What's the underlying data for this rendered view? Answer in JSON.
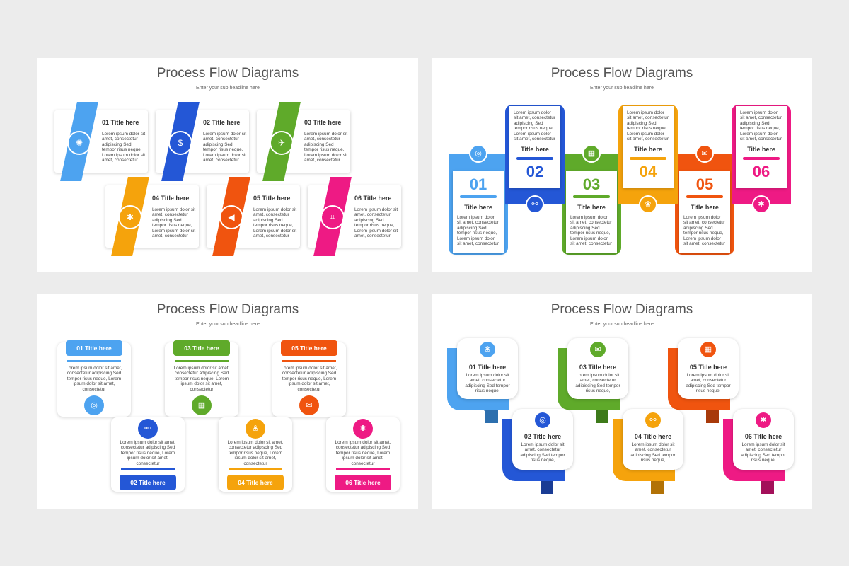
{
  "heading": "Process Flow Diagrams",
  "subheading": "Enter your sub headline here",
  "body_text": "Lorem ipsum dolor sit amet, consectetur adipiscing Sed tempor risus neque, Lorem ipsum dolor sit amet, consectetur",
  "colors": {
    "blue_light": "#4da3f0",
    "blue": "#2457d6",
    "green": "#5faa2a",
    "orange": "#f5a30c",
    "red_orange": "#f0540f",
    "pink": "#ee1a84"
  },
  "slide1": {
    "steps": [
      {
        "title": "01 Title here",
        "body": "Lorem ipsum dolor sit amet, consectetur adipiscing Sed tempor risus neque, Lorem ipsum dolor sit amet, consectetur",
        "icon": "gear-icon"
      },
      {
        "title": "02 Title here",
        "body": "Lorem ipsum dolor sit amet, consectetur adipiscing Sed tempor risus neque, Lorem ipsum dolor sit amet, consectetur",
        "icon": "dollar-icon"
      },
      {
        "title": "03 Title here",
        "body": "Lorem ipsum dolor sit amet, consectetur adipiscing Sed tempor risus neque, Lorem ipsum dolor sit amet, consectetur",
        "icon": "airplane-icon"
      },
      {
        "title": "04 Title here",
        "body": "Lorem ipsum dolor sit amet, consectetur adipiscing Sed tempor risus neque, Lorem ipsum dolor sit amet, consectetur",
        "icon": "lightbulb-icon"
      },
      {
        "title": "05 Title here",
        "body": "Lorem ipsum dolor sit amet, consectetur adipiscing Sed tempor risus neque, Lorem ipsum dolor sit amet, consectetur",
        "icon": "megaphone-icon"
      },
      {
        "title": "06 Title here",
        "body": "Lorem ipsum dolor sit amet, consectetur adipiscing Sed tempor risus neque, Lorem ipsum dolor sit amet, consectetur",
        "icon": "crop-icon"
      }
    ]
  },
  "slide2": {
    "steps": [
      {
        "number": "01",
        "title": "Title here",
        "body": "Lorem ipsum dolor sit amet, consectetur adipiscing Sed tempor risus neque, Lorem ipsum dolor sit amet, consectetur",
        "icon": "globe-icon"
      },
      {
        "number": "02",
        "title": "Title here",
        "body": "Lorem ipsum dolor sit amet, consectetur adipiscing Sed tempor risus neque, Lorem ipsum dolor sit amet, consectetur",
        "icon": "handshake-icon"
      },
      {
        "number": "03",
        "title": "Title here",
        "body": "Lorem ipsum dolor sit amet, consectetur adipiscing Sed tempor risus neque, Lorem ipsum dolor sit amet, consectetur",
        "icon": "puzzle-icon"
      },
      {
        "number": "04",
        "title": "Title here",
        "body": "Lorem ipsum dolor sit amet, consectetur adipiscing Sed tempor risus neque, Lorem ipsum dolor sit amet, consectetur",
        "icon": "brain-icon"
      },
      {
        "number": "05",
        "title": "Title here",
        "body": "Lorem ipsum dolor sit amet, consectetur adipiscing Sed tempor risus neque, Lorem ipsum dolor sit amet, consectetur",
        "icon": "envelope-icon"
      },
      {
        "number": "06",
        "title": "Title here",
        "body": "Lorem ipsum dolor sit amet, consectetur adipiscing Sed tempor risus neque, Lorem ipsum dolor sit amet, consectetur",
        "icon": "lightbulb-icon"
      }
    ]
  },
  "slide3": {
    "steps": [
      {
        "title": "01 Title here",
        "body": "Lorem ipsum dolor sit amet, consectetur adipiscing Sed tempor risus neque, Lorem ipsum dolor sit amet, consectetur",
        "icon": "globe-icon"
      },
      {
        "title": "02 Title here",
        "body": "Lorem ipsum dolor sit amet, consectetur adipiscing Sed tempor risus neque, Lorem ipsum dolor sit amet, consectetur",
        "icon": "handshake-icon"
      },
      {
        "title": "03 Title here",
        "body": "Lorem ipsum dolor sit amet, consectetur adipiscing Sed tempor risus neque, Lorem ipsum dolor sit amet, consectetur",
        "icon": "puzzle-icon"
      },
      {
        "title": "04 Title here",
        "body": "Lorem ipsum dolor sit amet, consectetur adipiscing Sed tempor risus neque, Lorem ipsum dolor sit amet, consectetur",
        "icon": "brain-icon"
      },
      {
        "title": "05 Title here",
        "body": "Lorem ipsum dolor sit amet, consectetur adipiscing Sed tempor risus neque, Lorem ipsum dolor sit amet, consectetur",
        "icon": "envelope-icon"
      },
      {
        "title": "06 Title here",
        "body": "Lorem ipsum dolor sit amet, consectetur adipiscing Sed tempor risus neque, Lorem ipsum dolor sit amet, consectetur",
        "icon": "lightbulb-icon"
      }
    ]
  },
  "slide4": {
    "steps": [
      {
        "title": "01 Title here",
        "body": "Lorem ipsum dolor sit amet, consectetur adipiscing Sed tempor risus neque,",
        "icon": "brain-icon"
      },
      {
        "title": "02 Title here",
        "body": "Lorem ipsum dolor sit amet, consectetur adipiscing Sed tempor risus neque,",
        "icon": "globe-icon"
      },
      {
        "title": "03 Title here",
        "body": "Lorem ipsum dolor sit amet, consectetur adipiscing Sed tempor risus neque,",
        "icon": "envelope-icon"
      },
      {
        "title": "04 Title here",
        "body": "Lorem ipsum dolor sit amet, consectetur adipiscing Sed tempor risus neque,",
        "icon": "handshake-icon"
      },
      {
        "title": "05 Title here",
        "body": "Lorem ipsum dolor sit amet, consectetur adipiscing Sed tempor risus neque,",
        "icon": "puzzle-icon"
      },
      {
        "title": "06 Title here",
        "body": "Lorem ipsum dolor sit amet, consectetur adipiscing Sed tempor risus neque,",
        "icon": "lightbulb-icon"
      }
    ]
  }
}
